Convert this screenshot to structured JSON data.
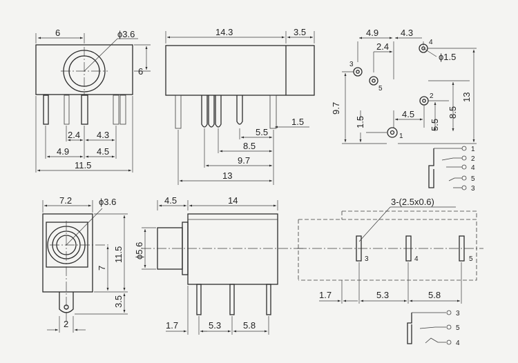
{
  "top_front": {
    "dim_width_top": "6",
    "dim_hole": "ϕ3.6",
    "dim_height": "6",
    "dim_24": "2.4",
    "dim_43": "4.3",
    "dim_49": "4.9",
    "dim_45": "4.5",
    "dim_115": "11.5"
  },
  "top_side": {
    "dim_143": "14.3",
    "dim_35": "3.5",
    "dim_15": "1.5",
    "dim_55": "5.5",
    "dim_85": "8.5",
    "dim_97": "9.7",
    "dim_13": "13"
  },
  "pcb_layout": {
    "dim_49": "4.9",
    "dim_43": "4.3",
    "dim_24": "2.4",
    "dim_hole": "ϕ1.5",
    "dim_97": "9.7",
    "dim_13": "13",
    "dim_15": "1.5",
    "dim_45": "4.5",
    "dim_55": "5.5",
    "dim_85": "8.5",
    "pin_labels": [
      "1",
      "2",
      "3",
      "4",
      "5"
    ]
  },
  "schematic_top": {
    "labels": [
      "1",
      "2",
      "4",
      "5",
      "3"
    ]
  },
  "bottom_front": {
    "dim_72": "7.2",
    "dim_hole": "ϕ3.6",
    "dim_115": "11.5",
    "dim_7": "7",
    "dim_35": "3.5",
    "dim_2": "2"
  },
  "bottom_side": {
    "dim_45": "4.5",
    "dim_14": "14",
    "dim_hole": "ϕ5.6",
    "dim_17": "1.7",
    "dim_53": "5.3",
    "dim_58": "5.8"
  },
  "bottom_pcb": {
    "slot_label": "3-(2.5x0.6)",
    "pin_labels": [
      "3",
      "4",
      "5"
    ],
    "dim_17": "1.7",
    "dim_53": "5.3",
    "dim_58": "5.8"
  },
  "schematic_bottom": {
    "labels": [
      "3",
      "5",
      "4"
    ]
  }
}
